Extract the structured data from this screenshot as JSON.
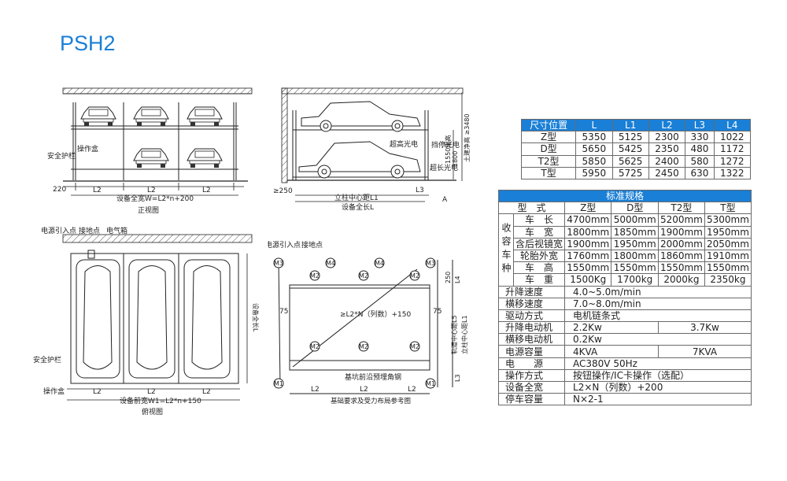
{
  "page_title": "PSH2",
  "colors": {
    "accent": "#1a7fd6",
    "line": "#222222"
  },
  "icons": {
    "car": "car-icon",
    "pallet": "pallet-icon"
  },
  "front_view": {
    "caption": "正视图",
    "labels": {
      "guard": "安全护栏",
      "op_box": "操作盒",
      "dim_220": "220",
      "l2": "L2",
      "total_width": "设备全宽W=L2*n+200"
    }
  },
  "side_view": {
    "caption": "设备全长L",
    "labels": {
      "dim_250": "≥250",
      "over_high": "超高光电",
      "stopper": "挡停光电",
      "over_long": "超长光电",
      "l3": "L3",
      "a": "A",
      "center": "立柱中心距L1",
      "h1550": "1550限高",
      "h1800": "1800",
      "h_total": "土建净高 ≥3480"
    }
  },
  "top_view": {
    "caption": "俯视图",
    "labels": {
      "power": "电源引入点",
      "ground": "接地点",
      "cabinet": "电气箱",
      "guard": "安全护栏",
      "op_box": "操作盒",
      "l2": "L2",
      "front_width": "设备前宽W1=L2*n+150",
      "total_length": "设备全长L"
    }
  },
  "foundation": {
    "caption": "基础要求及受力布局参考图",
    "labels": {
      "power": "电源引入点",
      "ground": "接地点",
      "m1": "M1",
      "m2": "M2",
      "m3": "M3",
      "m4": "M4",
      "n75": "75",
      "span": "≥L2*N（列数）+150",
      "pit": "基坑前沿预埋角钢",
      "l2": "L2",
      "d250": "250",
      "l4": "L4",
      "l3": "L3",
      "rail": "轨道中心距L5",
      "column": "立柱中心距L1"
    }
  },
  "dim_table": {
    "headers": [
      "尺寸位置",
      "L",
      "L1",
      "L2",
      "L3",
      "L4"
    ],
    "rows": [
      [
        "Z型",
        "5350",
        "5125",
        "2300",
        "330",
        "1022"
      ],
      [
        "D型",
        "5650",
        "5425",
        "2350",
        "480",
        "1172"
      ],
      [
        "T2型",
        "5850",
        "5625",
        "2400",
        "580",
        "1272"
      ],
      [
        "T型",
        "5950",
        "5725",
        "2450",
        "630",
        "1322"
      ]
    ]
  },
  "spec_table": {
    "title": "标准规格",
    "model_header": [
      "型　式",
      "Z型",
      "D型",
      "T2型",
      "T型"
    ],
    "group_label": "收容车种",
    "car_rows": [
      [
        "车　长",
        "4700mm",
        "5000mm",
        "5200mm",
        "5300mm"
      ],
      [
        "车　宽",
        "1800mm",
        "1850mm",
        "1900mm",
        "1950mm"
      ],
      [
        "含后视镜宽",
        "1900mm",
        "1950mm",
        "2000mm",
        "2050mm"
      ],
      [
        "轮胎外宽",
        "1760mm",
        "1800mm",
        "1860mm",
        "1910mm"
      ],
      [
        "车　高",
        "1550mm",
        "1550mm",
        "1550mm",
        "1550mm"
      ],
      [
        "车　重",
        "1500Kg",
        "1700kg",
        "2000kg",
        "2350kg"
      ]
    ],
    "rows": [
      {
        "label": "升降速度",
        "v1": "4.0~5.0m/min",
        "v2": ""
      },
      {
        "label": "横移速度",
        "v1": "7.0~8.0m/min",
        "v2": ""
      },
      {
        "label": "驱动方式",
        "v1": "电机链条式",
        "v2": ""
      },
      {
        "label": "升降电动机",
        "v1": "2.2Kw",
        "v2": "3.7Kw"
      },
      {
        "label": "横移电动机",
        "v1": "0.2Kw",
        "v2": ""
      },
      {
        "label": "电源容量",
        "v1": "4KVA",
        "v2": "7KVA"
      },
      {
        "label": "电　　源",
        "v1": "AC380V  50Hz",
        "v2": ""
      },
      {
        "label": "操作方式",
        "v1": "按钮操作/IC卡操作（选配）",
        "v2": ""
      },
      {
        "label": "设备全宽",
        "v1": "L2×N（列数）+200",
        "v2": ""
      },
      {
        "label": "停车容量",
        "v1": "N×2-1",
        "v2": ""
      }
    ]
  }
}
